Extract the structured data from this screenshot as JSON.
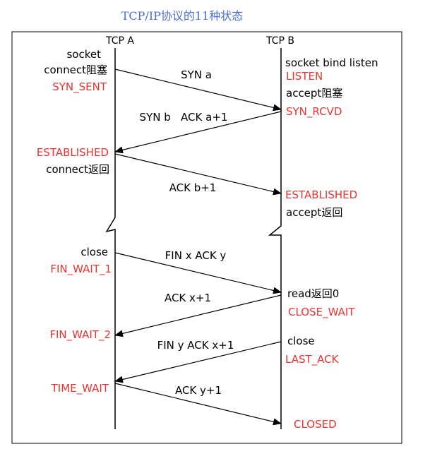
{
  "title": "TCP/IP协议的11种状态",
  "colors": {
    "title": "#4a6fd0",
    "state": "#e8352f",
    "text": "#000000",
    "line": "#000000"
  },
  "headers": {
    "a": "TCP A",
    "b": "TCP B"
  },
  "a_labels": {
    "socket": "socket",
    "connect": "connect阻塞",
    "syn_sent": "SYN_SENT",
    "established": "ESTABLISHED",
    "connect_return": "connect返回",
    "close": "close",
    "fin_wait_1": "FIN_WAIT_1",
    "fin_wait_2": "FIN_WAIT_2",
    "time_wait": "TIME_WAIT"
  },
  "b_labels": {
    "socket_bind_listen": "socket bind listen",
    "listen": "LISTEN",
    "accept_block": "accept阻塞",
    "syn_rcvd": "SYN_RCVD",
    "established": "ESTABLISHED",
    "accept_return": "accept返回",
    "read_return": "read返回0",
    "close_wait": "CLOSE_WAIT",
    "close": "close",
    "last_ack": "LAST_ACK",
    "closed": "CLOSED"
  },
  "messages": {
    "syn_a": "SYN a",
    "syn_b_ack": "SYN b   ACK a+1",
    "ack_b": "ACK b+1",
    "fin_x_ack_y": "FIN x ACK y",
    "ack_x": "ACK x+1",
    "fin_y_ack_x": "FIN y ACK x+1",
    "ack_y": "ACK y+1"
  }
}
